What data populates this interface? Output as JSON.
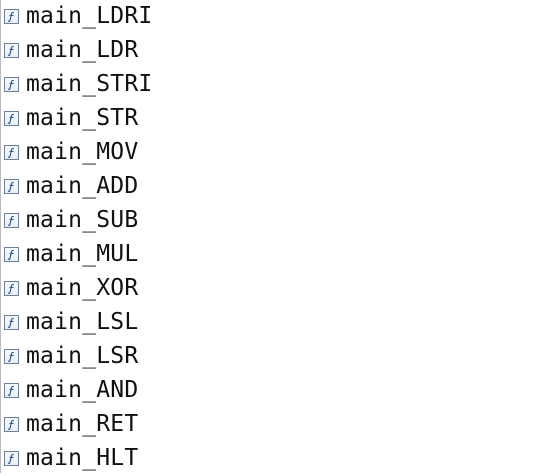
{
  "function_list": {
    "items": [
      {
        "label": "main_LDRI",
        "icon": "function-icon"
      },
      {
        "label": "main_LDR",
        "icon": "function-icon"
      },
      {
        "label": "main_STRI",
        "icon": "function-icon"
      },
      {
        "label": "main_STR",
        "icon": "function-icon"
      },
      {
        "label": "main_MOV",
        "icon": "function-icon"
      },
      {
        "label": "main_ADD",
        "icon": "function-icon"
      },
      {
        "label": "main_SUB",
        "icon": "function-icon"
      },
      {
        "label": "main_MUL",
        "icon": "function-icon"
      },
      {
        "label": "main_XOR",
        "icon": "function-icon"
      },
      {
        "label": "main_LSL",
        "icon": "function-icon"
      },
      {
        "label": "main_LSR",
        "icon": "function-icon"
      },
      {
        "label": "main_AND",
        "icon": "function-icon"
      },
      {
        "label": "main_RET",
        "icon": "function-icon"
      },
      {
        "label": "main_HLT",
        "icon": "function-icon"
      }
    ]
  },
  "colors": {
    "text": "#111111",
    "icon_border": "#6d7f96",
    "icon_glyph": "#2a4f7c"
  }
}
